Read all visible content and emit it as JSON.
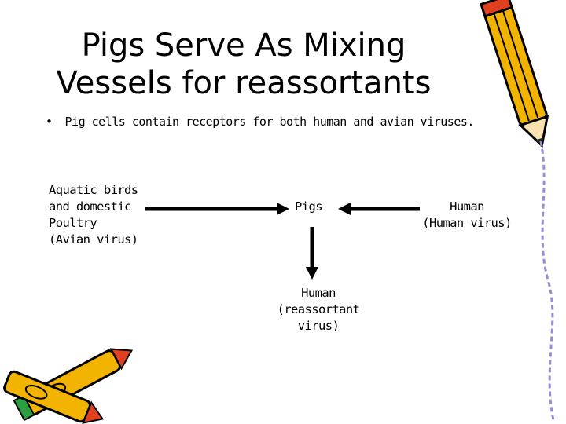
{
  "slide": {
    "title_line1": "Pigs Serve As Mixing",
    "title_line2": "Vessels for reassortants",
    "bullet_marker": "•",
    "bullet_text": "Pig cells contain receptors for both human and avian viruses."
  },
  "diagram": {
    "source_avian": [
      "Aquatic birds",
      "and domestic",
      "Poultry",
      "(Avian virus)"
    ],
    "center": "Pigs",
    "source_human": [
      "Human",
      "(Human virus)"
    ],
    "result": [
      "Human",
      "(reassortant",
      "virus)"
    ]
  },
  "colors": {
    "pencil_body": "#f2b400",
    "pencil_outline": "#000000",
    "pencil_eraser": "#e04020",
    "pencil_cap": "#2aa040",
    "squiggle": "#9a8ad8"
  }
}
